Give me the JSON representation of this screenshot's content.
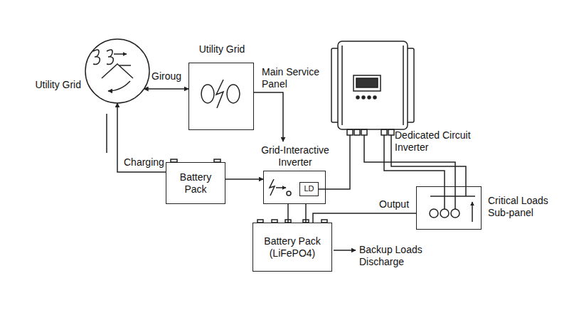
{
  "diagram": {
    "nodes": [
      {
        "text": [
          "Utility Grid"
        ]
      },
      {
        "text": [
          "Utility Grid",
          "Main Service Panel"
        ]
      },
      {
        "text": [
          "Dedicated Circuit Inverter"
        ]
      },
      {
        "text": [
          "Grid-Interactive Inverter"
        ]
      },
      {
        "text": [
          "LD"
        ],
        "in": 3
      },
      {
        "text": [
          "Battery Pack"
        ]
      },
      {
        "text": [
          "Critical Loads Sub-panel"
        ]
      },
      {
        "text": [
          "Battery Pack (LiFePO4)"
        ]
      }
    ],
    "edges": [
      {
        "from": 0,
        "to": 1,
        "arrow": "both",
        "label": "Giroug"
      },
      {
        "from": 1,
        "to": 3,
        "arrow": "to"
      },
      {
        "from": 5,
        "to": 0,
        "arrow": "to",
        "label": "Charging"
      },
      {
        "from": 5,
        "to": 3,
        "arrow": "to"
      },
      {
        "from": 4,
        "to": 2,
        "arrow": "none"
      },
      {
        "from": 2,
        "to": 6,
        "arrow": "none"
      },
      {
        "from": 7,
        "to": 6,
        "arrow": "none",
        "label": "Output"
      },
      {
        "from": 3,
        "to": 7,
        "arrow": "none"
      }
    ],
    "labels": [
      "Backup Loads Discharge"
    ]
  }
}
